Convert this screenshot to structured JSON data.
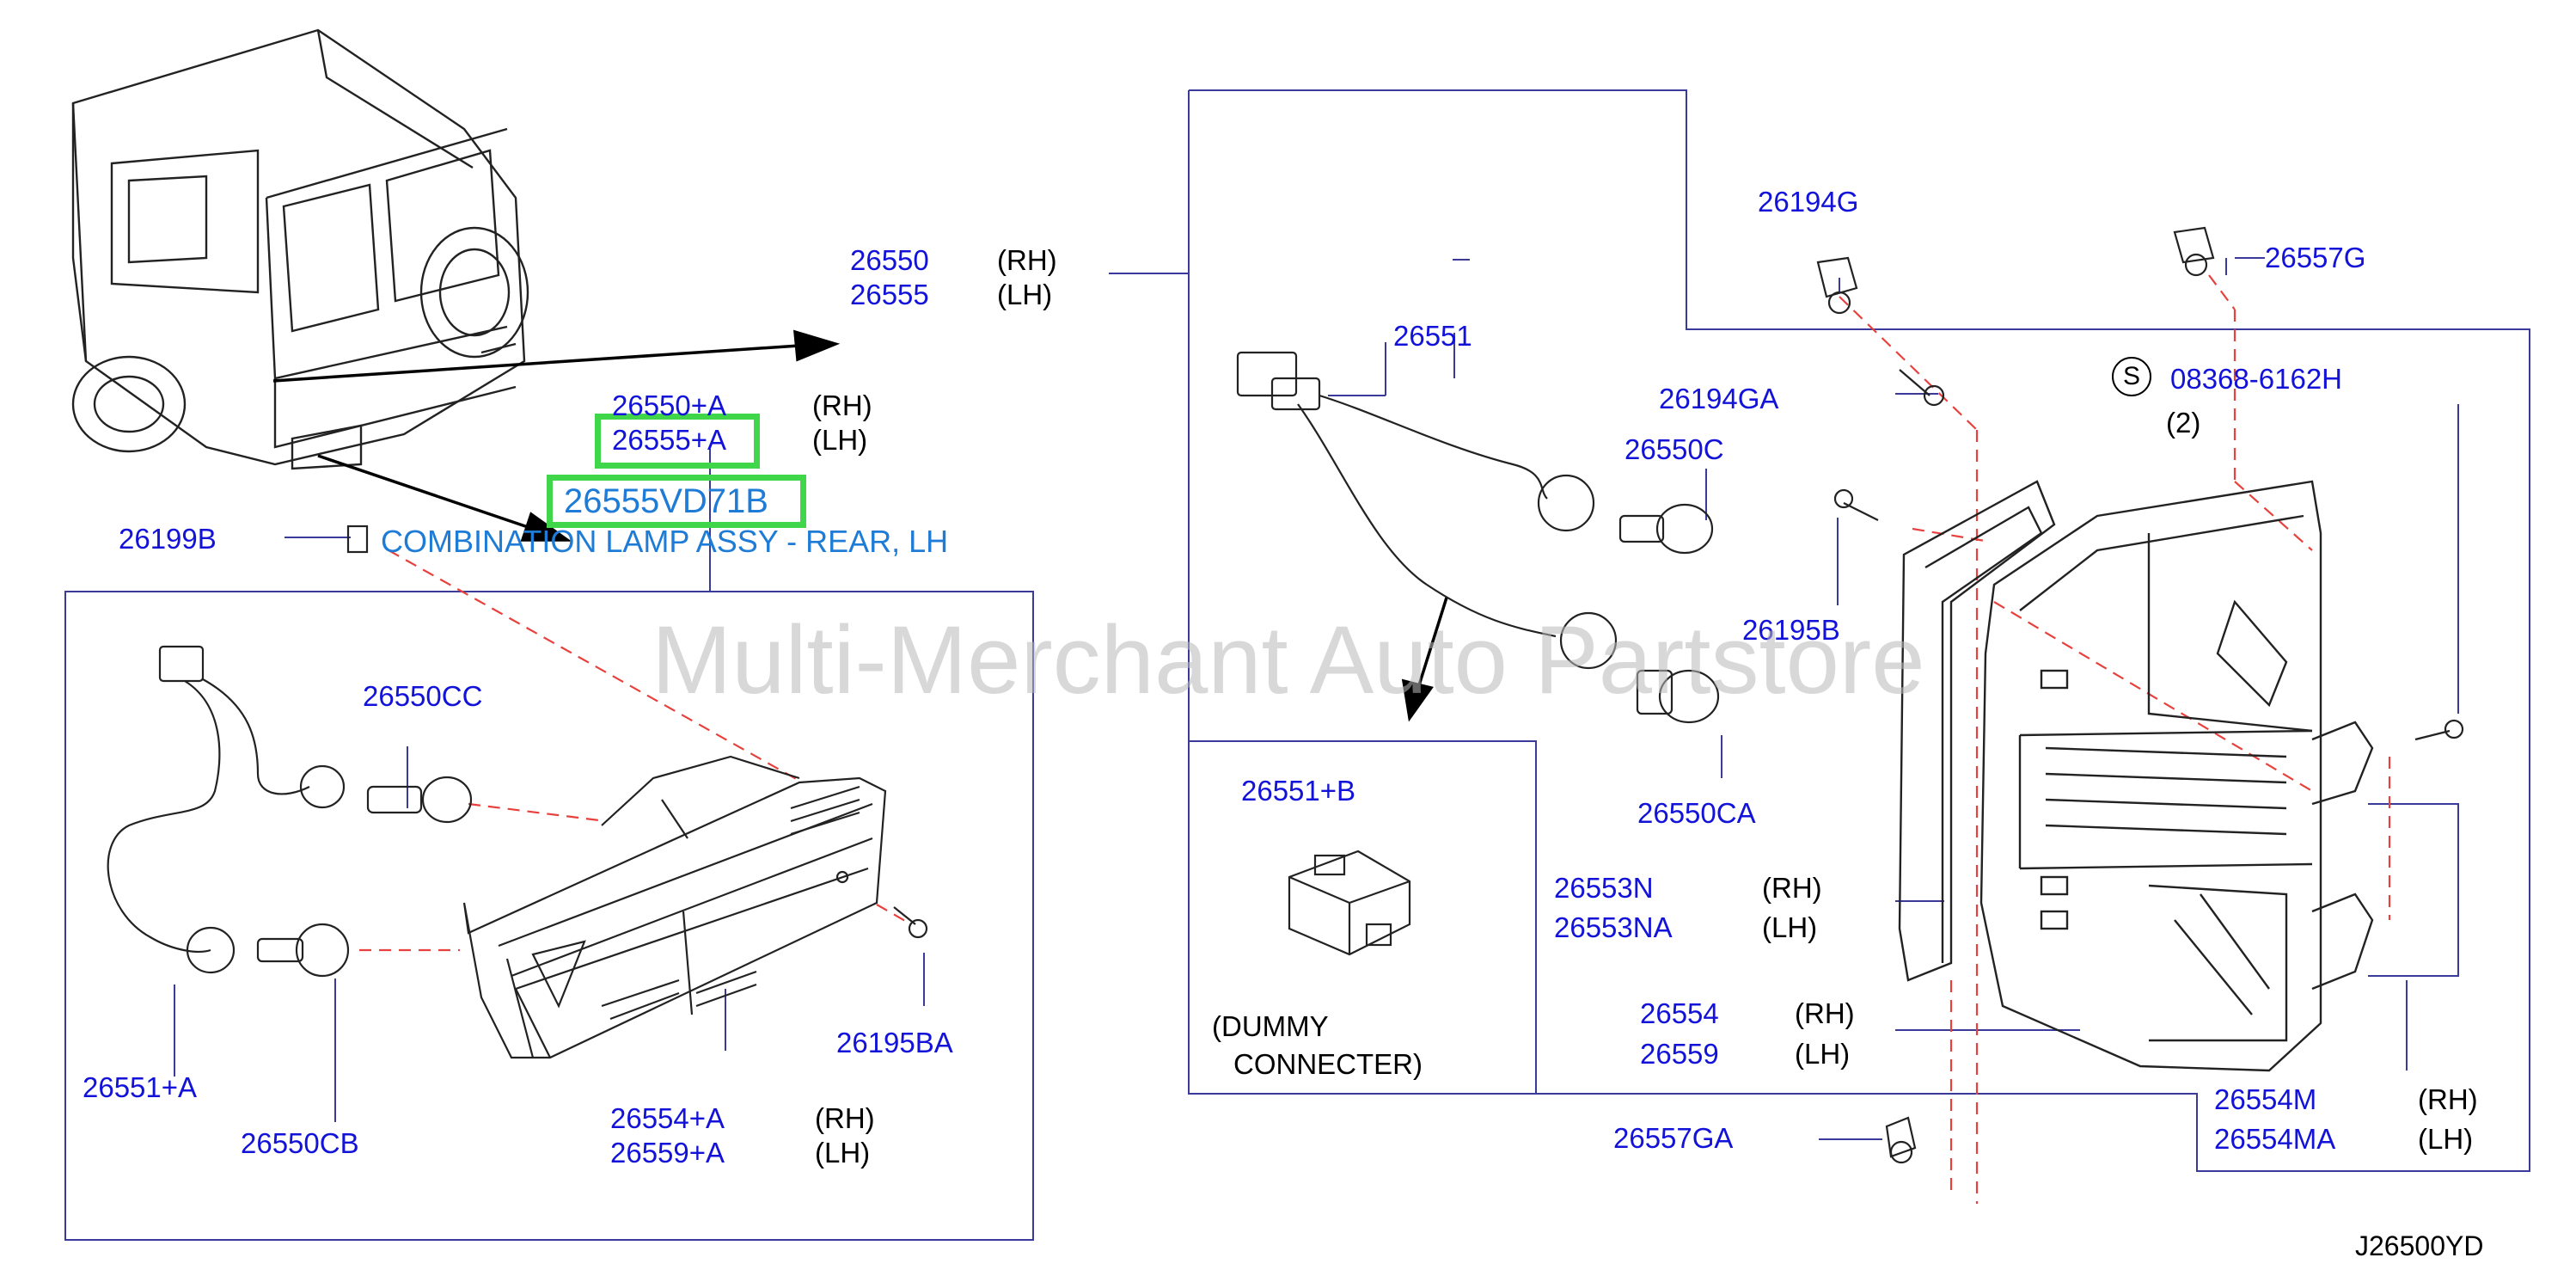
{
  "watermark": "Multi-Merchant Auto Partstore",
  "diagram_code": "J26500YD",
  "highlight": {
    "part_number": "26555VD71B",
    "description": "COMBINATION LAMP ASSY - REAR, LH"
  },
  "labels": {
    "p26550": "26550",
    "p26555": "26555",
    "p26550A": "26550+A",
    "p26555A": "26555+A",
    "p26199B": "26199B",
    "p26550CC": "26550CC",
    "p26551A": "26551+A",
    "p26550CB": "26550CB",
    "p26195BA": "26195BA",
    "p26554A": "26554+A",
    "p26559A": "26559+A",
    "p26551": "26551",
    "p26194GA": "26194GA",
    "p26550C": "26550C",
    "p26550CA": "26550CA",
    "p26551B": "26551+B",
    "p26194G": "26194G",
    "p26557G": "26557G",
    "p08368": "08368-6162H",
    "qty2": "(2)",
    "p26195B": "26195B",
    "p26553N": "26553N",
    "p26553NA": "26553NA",
    "p26554": "26554",
    "p26559": "26559",
    "p26554M": "26554M",
    "p26554MA": "26554MA",
    "p26557GA": "26557GA"
  },
  "sides": {
    "rh": "(RH)",
    "lh": "(LH)"
  },
  "dummy": {
    "line1": "(DUMMY",
    "line2": "CONNECTER)"
  },
  "s_symbol": "S"
}
